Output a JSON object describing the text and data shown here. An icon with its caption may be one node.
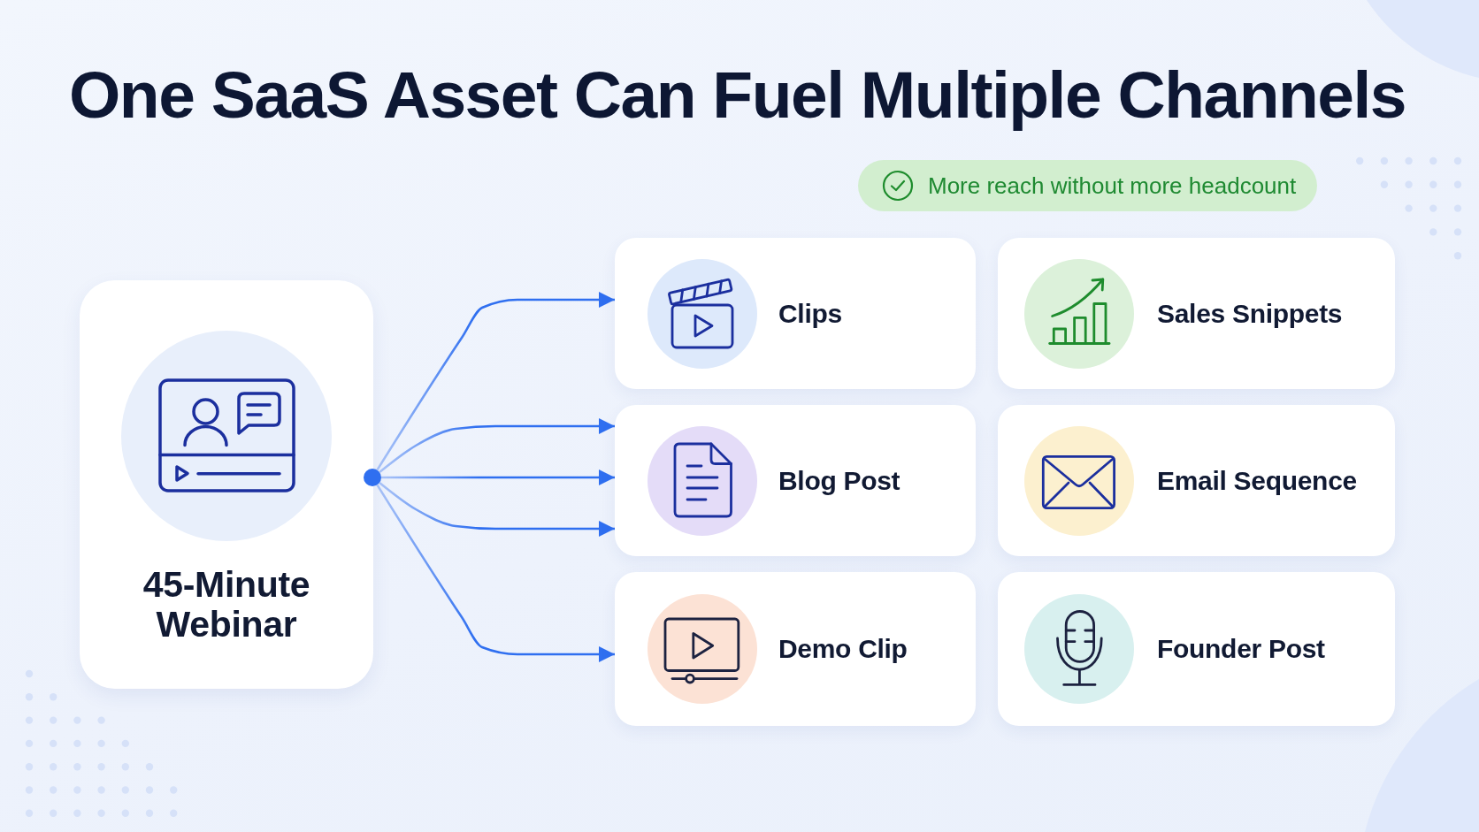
{
  "diagram": {
    "title": "One SaaS Asset Can Fuel Multiple Channels",
    "nodes": [
      {
        "text": [
          "More reach without more headcount"
        ]
      },
      {
        "text": [
          "45-Minute Webinar"
        ]
      },
      {
        "text": [],
        "shape": "circle"
      },
      {
        "text": [
          "Clips"
        ]
      },
      {
        "text": [
          "Sales Snippets"
        ]
      },
      {
        "text": [
          "Blog Post"
        ]
      },
      {
        "text": [
          "Email Sequence"
        ]
      },
      {
        "text": [
          "Demo Clip"
        ]
      },
      {
        "text": [
          "Founder Post"
        ]
      }
    ],
    "edges": [
      {
        "from": 2,
        "to": 3,
        "arrow": "to"
      },
      {
        "from": 2,
        "to": 5,
        "arrow": "to"
      },
      {
        "from": 2,
        "to": 5,
        "arrow": "to"
      },
      {
        "from": 2,
        "to": 5,
        "arrow": "to"
      },
      {
        "from": 2,
        "to": 7,
        "arrow": "to"
      }
    ]
  }
}
